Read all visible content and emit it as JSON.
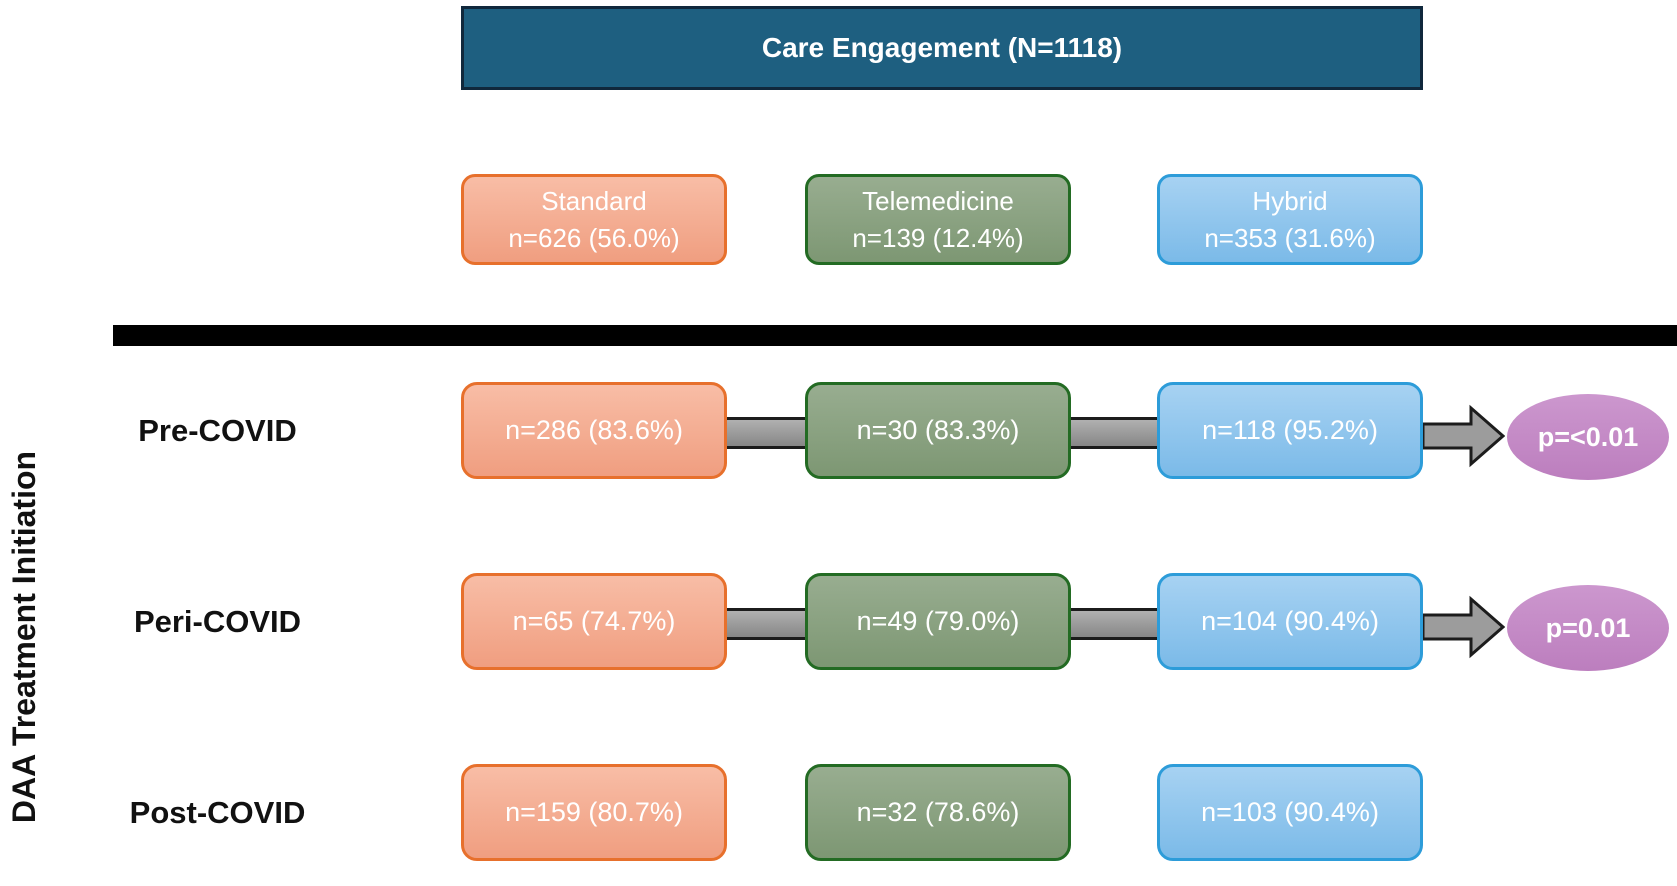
{
  "title": "Care Engagement (N=1118)",
  "y_axis_label": "DAA Treatment Initiation",
  "groups": [
    {
      "name": "Standard",
      "count": "n=626 (56.0%)"
    },
    {
      "name": "Telemedicine",
      "count": "n=139 (12.4%)"
    },
    {
      "name": "Hybrid",
      "count": "n=353 (31.6%)"
    }
  ],
  "rows": [
    {
      "label": "Pre-COVID",
      "standard": "n=286 (83.6%)",
      "telemedicine": "n=30 (83.3%)",
      "hybrid": "n=118 (95.2%)",
      "p_value": "p=<0.01"
    },
    {
      "label": "Peri-COVID",
      "standard": "n=65 (74.7%)",
      "telemedicine": "n=49 (79.0%)",
      "hybrid": "n=104 (90.4%)",
      "p_value": "p=0.01"
    },
    {
      "label": "Post-COVID",
      "standard": "n=159 (80.7%)",
      "telemedicine": "n=32 (78.6%)",
      "hybrid": "n=103 (90.4%)",
      "p_value": ""
    }
  ],
  "colors": {
    "header_fill": "#1E5F80",
    "header_border": "#10283C",
    "standard_fill_top": "#F8BDA6",
    "standard_fill_bottom": "#F09E80",
    "standard_border": "#E7702C",
    "tele_fill_top": "#98AD90",
    "tele_fill_bottom": "#7D9773",
    "tele_border": "#236B23",
    "hybrid_fill_top": "#A7D2F2",
    "hybrid_fill_bottom": "#7BBAE8",
    "hybrid_border": "#2D9CD9",
    "connector_top": "#B0B0B0",
    "connector_bottom": "#878787",
    "connector_border": "#1C1C1C",
    "arrow_fill": "#9C9C9C",
    "arrow_border": "#1C1C1C",
    "p_fill_top": "#CC97CE",
    "p_fill_bottom": "#BC7EBE",
    "divider": "#000000"
  },
  "chart_data": {
    "type": "table",
    "title": "Care Engagement (N=1118)",
    "ylabel": "DAA Treatment Initiation",
    "columns": [
      "Standard",
      "Telemedicine",
      "Hybrid"
    ],
    "column_totals": [
      {
        "n": 626,
        "pct": 56.0
      },
      {
        "n": 139,
        "pct": 12.4
      },
      {
        "n": 353,
        "pct": 31.6
      }
    ],
    "rows": [
      {
        "period": "Pre-COVID",
        "values": [
          {
            "n": 286,
            "pct": 83.6
          },
          {
            "n": 30,
            "pct": 83.3
          },
          {
            "n": 118,
            "pct": 95.2
          }
        ],
        "p": "<0.01"
      },
      {
        "period": "Peri-COVID",
        "values": [
          {
            "n": 65,
            "pct": 74.7
          },
          {
            "n": 49,
            "pct": 79.0
          },
          {
            "n": 104,
            "pct": 90.4
          }
        ],
        "p": "0.01"
      },
      {
        "period": "Post-COVID",
        "values": [
          {
            "n": 159,
            "pct": 80.7
          },
          {
            "n": 32,
            "pct": 78.6
          },
          {
            "n": 103,
            "pct": 90.4
          }
        ],
        "p": null
      }
    ]
  }
}
